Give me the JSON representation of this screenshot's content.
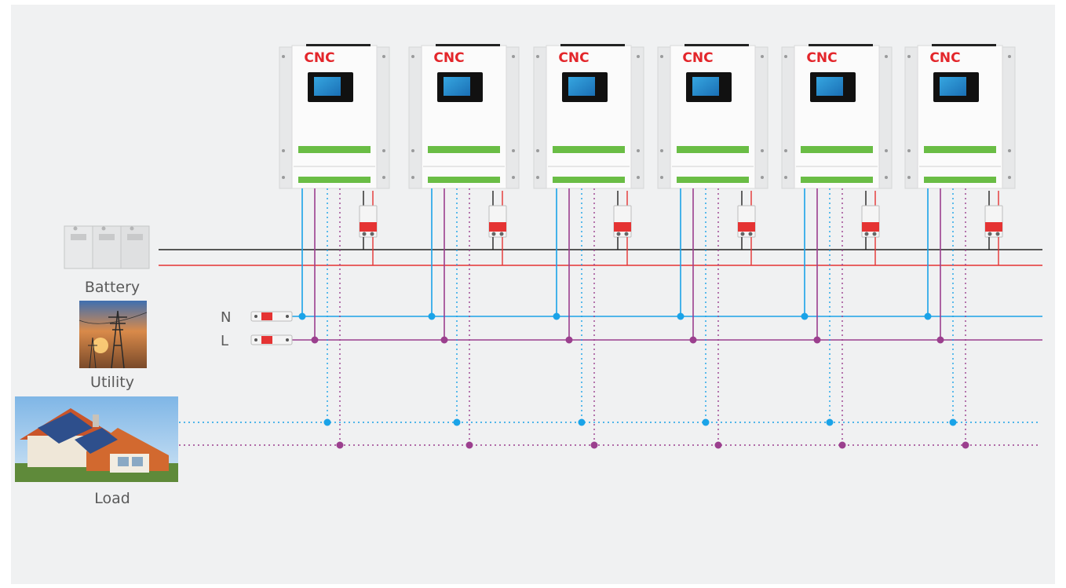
{
  "brand": "CNC",
  "labels": {
    "battery": "Battery",
    "utility": "Utility",
    "load": "Load",
    "neutral": "N",
    "line": "L"
  },
  "inverter_count": 6,
  "colors": {
    "background": "#f0f1f2",
    "neutral_line": "#1aa3e8",
    "live_line": "#9b3f8e",
    "battery_positive": "#e53333",
    "battery_negative": "#222222",
    "brand_red": "#e3262b",
    "inverter_green": "#6abd45"
  }
}
